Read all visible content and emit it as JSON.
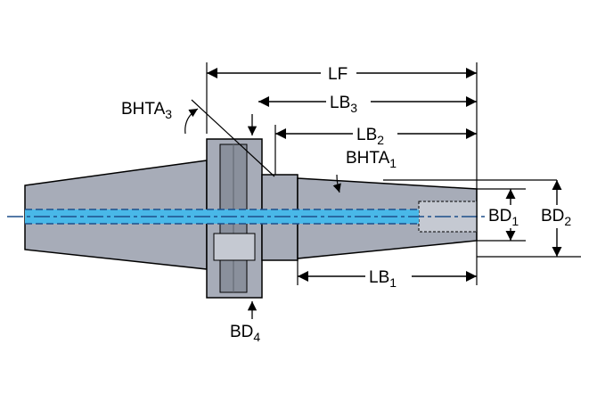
{
  "labels": {
    "lf": "LF",
    "lb3": {
      "base": "LB",
      "sub": "3"
    },
    "lb2": {
      "base": "LB",
      "sub": "2"
    },
    "lb1": {
      "base": "LB",
      "sub": "1"
    },
    "bhta3": {
      "base": "BHTA",
      "sub": "3"
    },
    "bhta1": {
      "base": "BHTA",
      "sub": "1"
    },
    "bd1": {
      "base": "BD",
      "sub": "1"
    },
    "bd2": {
      "base": "BD",
      "sub": "2"
    },
    "bd4": {
      "base": "BD",
      "sub": "4"
    }
  },
  "colors": {
    "body": "#a7acb8",
    "body_dark": "#7d8391",
    "coolant": "#49b8e8",
    "centerline": "#1d4f8a",
    "outline": "#000000",
    "dimension": "#000000"
  }
}
